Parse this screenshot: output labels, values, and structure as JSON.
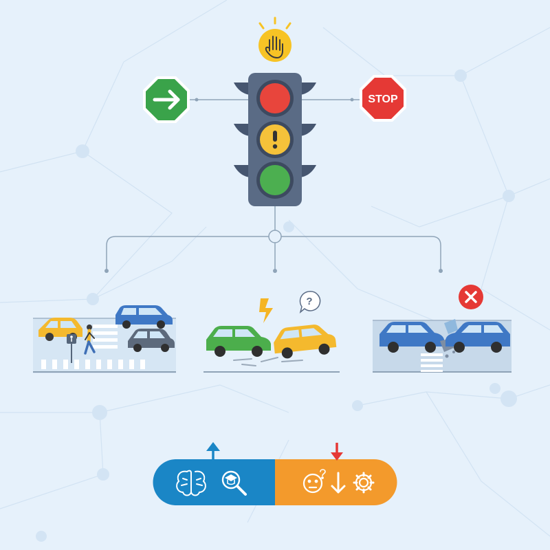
{
  "colors": {
    "background": "#e6f1fb",
    "network_line": "#c9def0",
    "network_node": "#cfe2f3",
    "connector": "#8fa4b8",
    "traffic_light_body": "#5a6b85",
    "light_red": "#e8453c",
    "light_yellow": "#f5c23a",
    "light_green": "#4caf50",
    "go_sign": "#3aa34a",
    "stop_sign": "#e53935",
    "badge_yellow": "#f7c325",
    "error_badge": "#e53935",
    "bar_blue": "#1a86c6",
    "bar_orange": "#f39a2c",
    "up_arrow": "#1a86c6",
    "down_arrow": "#e53935",
    "car_yellow": "#f4b92e",
    "car_blue": "#3f78c5",
    "car_grey": "#5d6a7c",
    "car_green": "#4cae4c",
    "road": "#c7d9ea"
  },
  "stop_sign": {
    "text": "STOP"
  },
  "icons": {
    "top_badge": "raised-hand-icon",
    "go_sign": "right-arrow-icon",
    "stop_sign": "stop-sign-icon",
    "top_light": "red-light-icon",
    "middle_light": "exclamation-icon",
    "bottom_light": "green-light-icon",
    "scene_left": "busy-intersection-crosswalk-icon",
    "scene_middle": "car-collision-question-icon",
    "scene_right": "head-on-crash-icon",
    "crash_badge": "close-x-icon",
    "bar_left": [
      "brain-icon",
      "magnifier-graduation-cap-icon"
    ],
    "bar_right": [
      "confused-face-icon",
      "down-arrow-icon",
      "gear-icon"
    ]
  },
  "scenes": [
    "intersection-with-pedestrian",
    "two-car-collision",
    "head-on-crash"
  ],
  "meaning": {
    "blue_half_arrow": "up",
    "orange_half_arrow": "down"
  }
}
